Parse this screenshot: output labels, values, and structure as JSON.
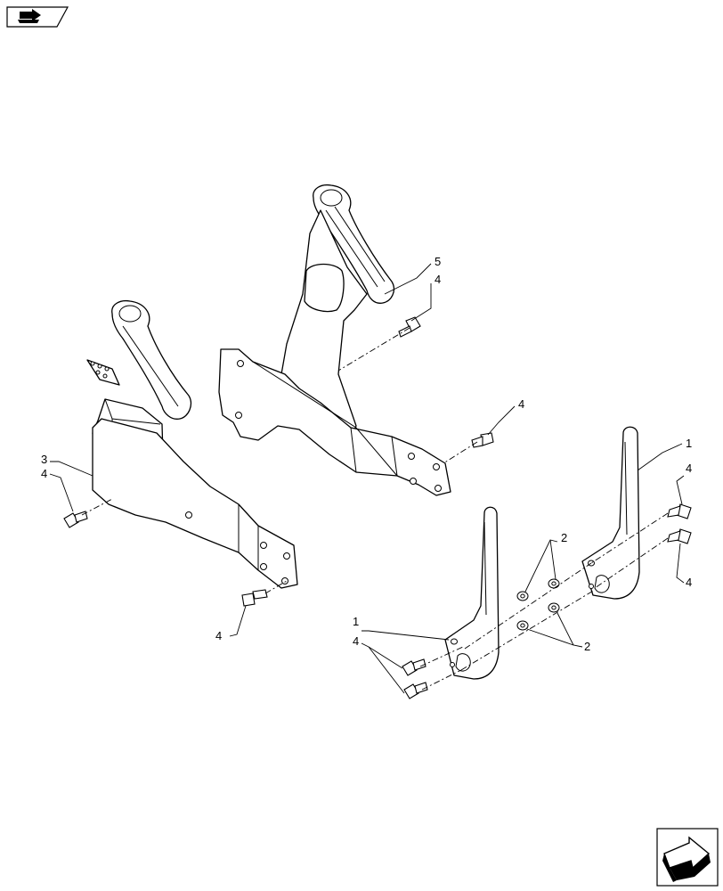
{
  "diagram": {
    "callouts": [
      {
        "id": "c1a",
        "label": "1"
      },
      {
        "id": "c1b",
        "label": "1"
      },
      {
        "id": "c2a",
        "label": "2"
      },
      {
        "id": "c2b",
        "label": "2"
      },
      {
        "id": "c3",
        "label": "3"
      },
      {
        "id": "c4a",
        "label": "4"
      },
      {
        "id": "c4b",
        "label": "4"
      },
      {
        "id": "c4c",
        "label": "4"
      },
      {
        "id": "c4d",
        "label": "4"
      },
      {
        "id": "c4e",
        "label": "4"
      },
      {
        "id": "c4f",
        "label": "4"
      },
      {
        "id": "c4g",
        "label": "4"
      },
      {
        "id": "c5",
        "label": "5"
      }
    ]
  },
  "icons": {
    "top_left": "book-arrow-icon",
    "bottom_right": "next-page-arrow-icon"
  }
}
